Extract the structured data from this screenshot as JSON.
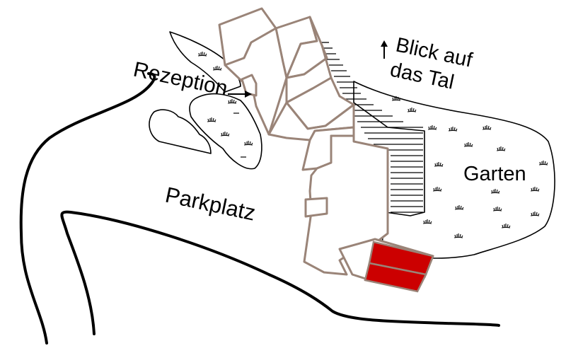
{
  "colors": {
    "building_stroke": "#9a8478",
    "highlight": "#cc0000",
    "ink": "#000000",
    "background": "#ffffff"
  },
  "labels": {
    "reception": "Rezeption",
    "view": "Blick auf",
    "view2": "das Tal",
    "garden": "Garten",
    "parking": "Parkplatz"
  },
  "icons": {
    "view_arrow": "arrow-up",
    "reception_arrow": "arrow-right"
  }
}
